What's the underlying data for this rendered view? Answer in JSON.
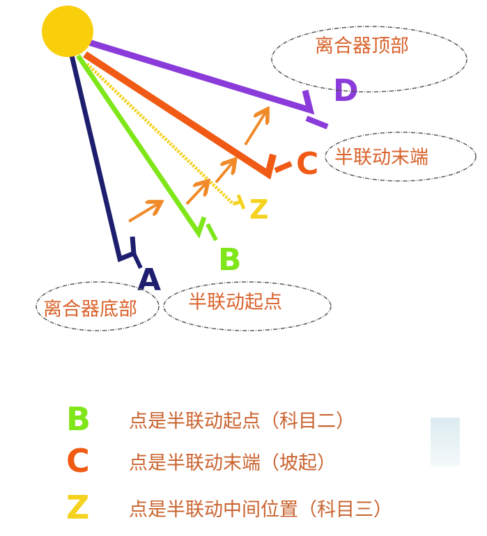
{
  "colors": {
    "sun": "#f9cf0c",
    "A": "#1e1e6e",
    "B": "#7fe619",
    "C": "#f05a14",
    "D": "#8a3bd9",
    "Z": "#f5d21e",
    "arrow": "#f08a28",
    "text": "#d9622b"
  },
  "points": {
    "A": "A",
    "B": "B",
    "C": "C",
    "D": "D",
    "Z": "Z"
  },
  "bubbles": {
    "top": "离合器顶部",
    "end": "半联动末端",
    "bottom": "离合器底部",
    "start": "半联动起点"
  },
  "legend": [
    {
      "letter": "B",
      "text": "点是半联动起点（科目二）"
    },
    {
      "letter": "C",
      "text": "点是半联动末端（坡起）"
    },
    {
      "letter": "Z",
      "text": "点是半联动中间位置（科目三）"
    }
  ]
}
